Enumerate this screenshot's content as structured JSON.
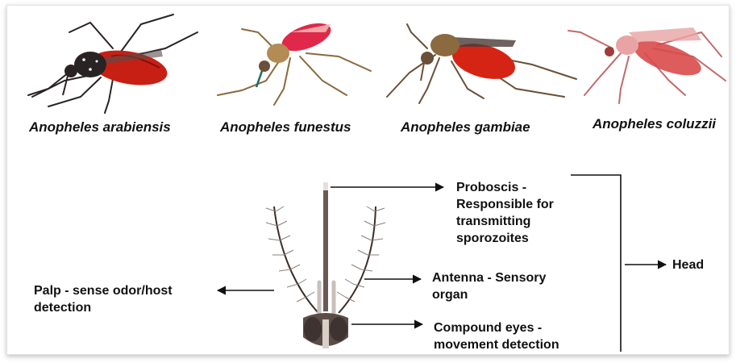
{
  "species": [
    {
      "id": "arabiensis",
      "name": "Anopheles arabiensis",
      "body_color": "#c81f14",
      "thorax_color": "#2a2323"
    },
    {
      "id": "funestus",
      "name": "Anopheles funestus",
      "body_color": "#e0284a",
      "thorax_color": "#b48a55"
    },
    {
      "id": "gambiae",
      "name": "Anopheles gambiae",
      "body_color": "#d62414",
      "thorax_color": "#8a6a3e"
    },
    {
      "id": "coluzzii",
      "name": "Anopheles coluzzii",
      "body_color": "#d94a4a",
      "thorax_color": "#e8a4a4"
    }
  ],
  "labels": {
    "proboscis": [
      "Proboscis -",
      "Responsible for",
      "transmitting",
      "sporozoites"
    ],
    "antenna": [
      "Antenna - Sensory",
      "organ"
    ],
    "eyes": [
      "Compound eyes -",
      "movement detection"
    ],
    "palp": [
      "Palp - sense odor/host",
      "detection"
    ],
    "head": "Head"
  },
  "colors": {
    "line": "#111111",
    "antenna_stalk": "#4a3b36",
    "head_shell": "#5a4c47"
  }
}
